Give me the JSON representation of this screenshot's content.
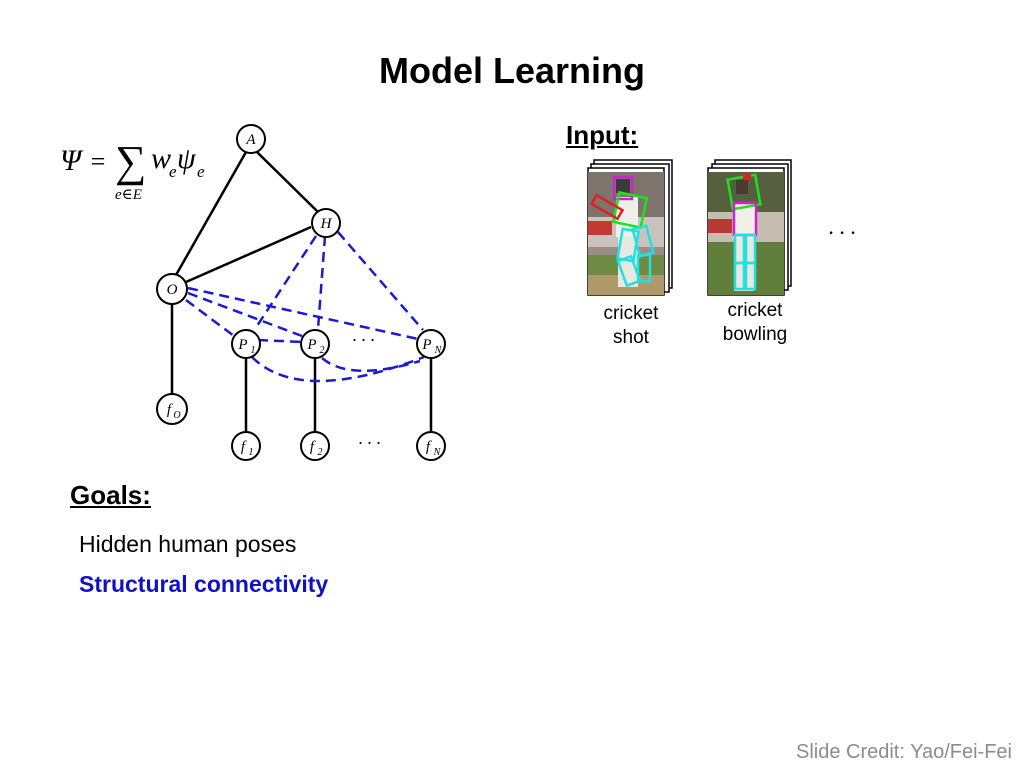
{
  "slide": {
    "title": "Model Learning",
    "credit": "Slide Credit: Yao/Fei-Fei"
  },
  "formula": {
    "lhs": "Ψ",
    "equals": "=",
    "sum": "∑",
    "w": "w",
    "psi": "ψ",
    "sub_e": "e",
    "sum_under": "e∈E"
  },
  "graph": {
    "nodes": {
      "A": "A",
      "H": "H",
      "O": "O",
      "P1": "P",
      "P1_sub": "1",
      "P2": "P",
      "P2_sub": "2",
      "PN": "P",
      "PN_sub": "N",
      "fO": "f",
      "fO_sub": "O",
      "f1": "f",
      "f1_sub": "1",
      "f2": "f",
      "f2_sub": "2",
      "fN": "f",
      "fN_sub": "N"
    },
    "ellipsis": "· · ·",
    "colors": {
      "solid": "#000000",
      "dashed": "#1a1ad2"
    }
  },
  "input": {
    "label": "Input:",
    "images": [
      {
        "caption_line1": "cricket",
        "caption_line2": "shot"
      },
      {
        "caption_line1": "cricket",
        "caption_line2": "bowling"
      }
    ],
    "ellipsis": "· · ·"
  },
  "goals": {
    "label": "Goals:",
    "item1": "Hidden human poses",
    "item2": "Structural connectivity",
    "item2_color": "#1010c8"
  }
}
